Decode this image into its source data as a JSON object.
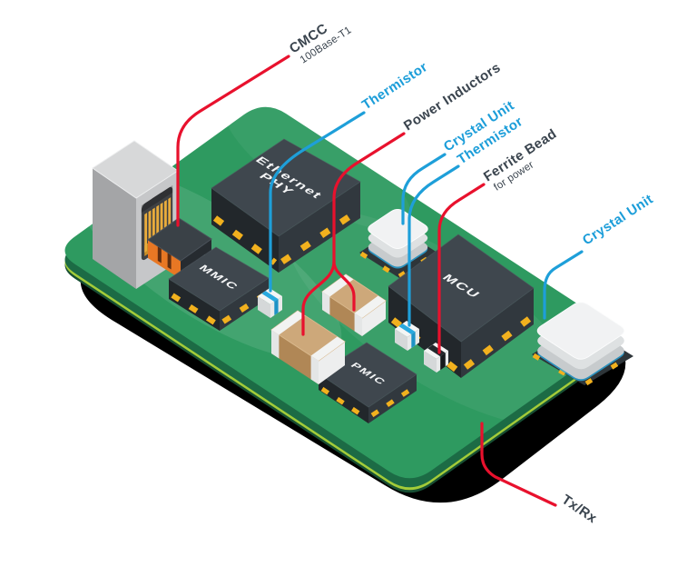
{
  "diagram": {
    "labels": {
      "cmcc": {
        "title": "CMCC",
        "subtitle": "100Base-T1"
      },
      "thermistor_top": {
        "title": "Thermistor"
      },
      "power_inductors": {
        "title": "Power Inductors"
      },
      "crystal_unit_top": {
        "title": "Crystal Unit"
      },
      "thermistor_mid": {
        "title": "Thermistor"
      },
      "ferrite_bead": {
        "title": "Ferrite Bead",
        "subtitle": "for power"
      },
      "crystal_unit_right": {
        "title": "Crystal Unit"
      },
      "txrx": {
        "title": "Tx/Rx"
      }
    },
    "chips": {
      "ethernet_phy_line1": "Ethernet",
      "ethernet_phy_line2": "PHY",
      "mmic": "MMIC",
      "mcu": "MCU",
      "pmic": "PMIC"
    },
    "colors": {
      "board_green": "#2E9A60",
      "board_edge_dark": "#1C6B45",
      "board_edge_stripe": "#A3CC39",
      "board_edge_deep": "#174F33",
      "chip_top": "#3F474E",
      "gold": "#F2B11E",
      "line_red": "#E8112D",
      "line_blue": "#1E9FD9",
      "label_blue": "#1B9DD9",
      "label_dark": "#3A444E",
      "component_white": "#F1F2F3",
      "inductor_tan": "#CDA87A",
      "winding_orange": "#E87724",
      "thermistor_blue": "#29A9DF",
      "shadow_black": "#000000"
    }
  }
}
